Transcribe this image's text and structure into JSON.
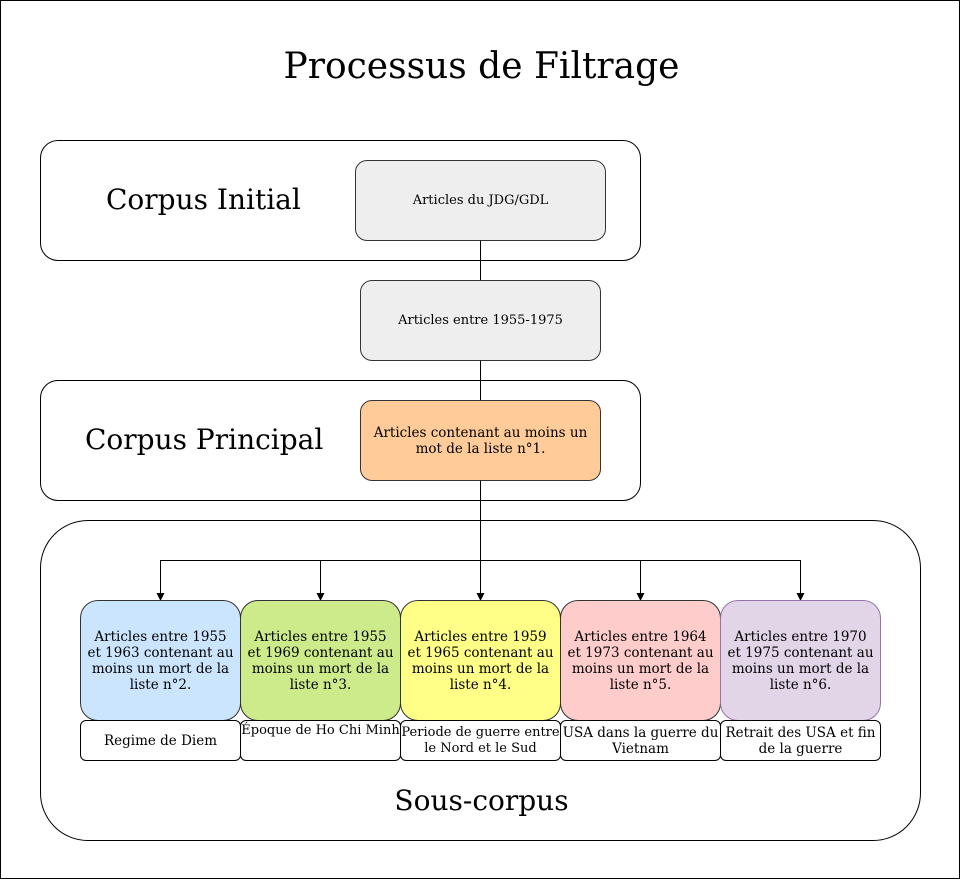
{
  "title": "Processus de Filtrage",
  "colors": {
    "neutral_fill": "#eeeeee",
    "main_fill": "#ffcc99",
    "sub_fills": [
      "#cce5ff",
      "#cdeb8b",
      "#ffff88",
      "#ffcccc",
      "#e1d5e7"
    ],
    "sub_border_last": "#9673a6"
  },
  "containers": {
    "initial": {
      "label": "Corpus Initial"
    },
    "principal": {
      "label": "Corpus Principal"
    },
    "sous": {
      "label": "Sous-corpus"
    }
  },
  "nodes": {
    "source": "Articles du JDG/GDL",
    "date_filter": "Articles entre 1955-1975",
    "main_filter": "Articles contenant au moins un mot de la liste n°1."
  },
  "subcorpora": [
    {
      "text": "Articles entre 1955 et 1963 contenant au moins un mort de la liste n°2.",
      "label": "Regime de Diem"
    },
    {
      "text": "Articles entre 1955 et 1969 contenant au moins un mort de la liste n°3.",
      "label": "Époque de Ho Chi Minh"
    },
    {
      "text": "Articles entre 1959 et 1965 contenant au moins un mort de la liste n°4.",
      "label": "Periode de guerre entre le Nord et le Sud"
    },
    {
      "text": "Articles entre 1964 et 1973 contenant au moins un mort de la liste n°5.",
      "label": "USA dans la guerre du Vietnam"
    },
    {
      "text": "Articles entre 1970 et 1975 contenant au moins un mort de la liste n°6.",
      "label": "Retrait des USA et fin de la guerre"
    }
  ]
}
